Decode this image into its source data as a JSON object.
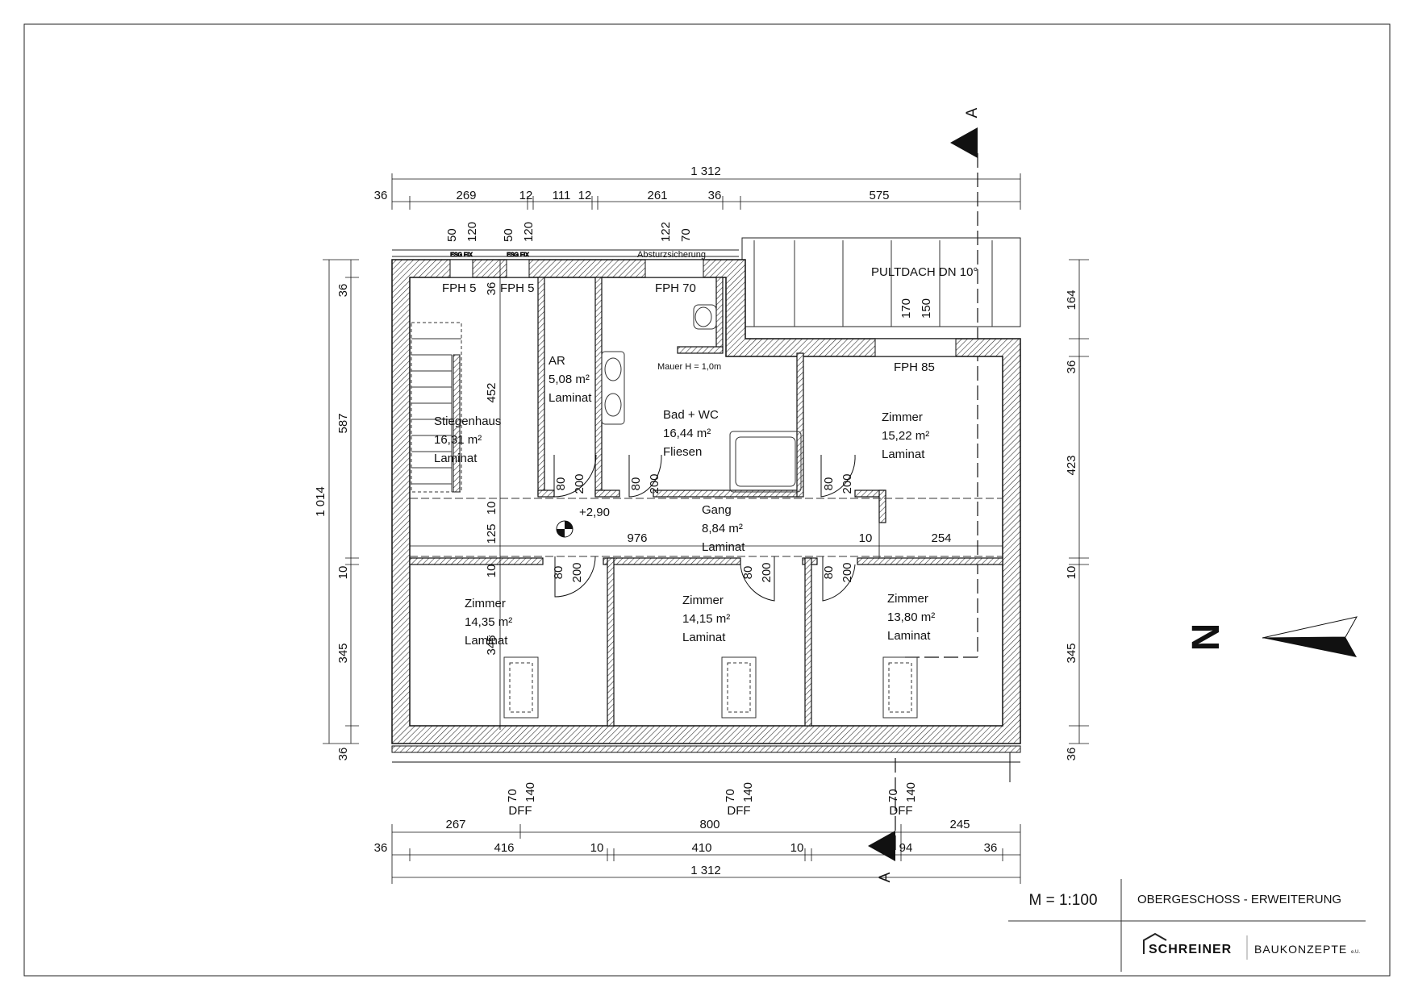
{
  "scale": "M = 1:100",
  "plan_title": "OBERGESCHOSS - ERWEITERUNG",
  "brand": {
    "name": "SCHREINER",
    "suffix": "BAUKONZEPTE",
    "suffix_small": "e.U."
  },
  "section_label": "A",
  "north_label": "N",
  "roof_label": "PULTDACH DN 10°",
  "railing_label": "Absturzsicherung",
  "wall_note": "Mauer H = 1,0m",
  "level_marker": "+2,90",
  "rooms": [
    {
      "name": "Stiegenhaus",
      "area": "16,31 m²",
      "floor": "Laminat"
    },
    {
      "name": "AR",
      "area": "5,08 m²",
      "floor": "Laminat"
    },
    {
      "name": "Bad + WC",
      "area": "16,44 m²",
      "floor": "Fliesen"
    },
    {
      "name": "Zimmer",
      "area": "15,22 m²",
      "floor": "Laminat"
    },
    {
      "name": "Gang",
      "area": "8,84 m²",
      "floor": "Laminat"
    },
    {
      "name": "Zimmer",
      "area": "14,35 m²",
      "floor": "Laminat"
    },
    {
      "name": "Zimmer",
      "area": "14,15 m²",
      "floor": "Laminat"
    },
    {
      "name": "Zimmer",
      "area": "13,80 m²",
      "floor": "Laminat"
    }
  ],
  "windows": {
    "top": [
      "FPH 5",
      "FPH 5",
      "FPH 70",
      "FPH 85"
    ],
    "esg": [
      "ESG FIX",
      "ESG FIX"
    ],
    "bottom": [
      "DFF",
      "DFF",
      "DFF"
    ]
  },
  "dims_top_total": "1 312",
  "dims_top": [
    "36",
    "269",
    "12",
    "111",
    "12",
    "261",
    "36",
    "575"
  ],
  "dims_top_vertical": [
    "50",
    "120",
    "50",
    "120",
    "122",
    "70",
    "170",
    "150"
  ],
  "dims_bottom_row1": [
    "267",
    "800",
    "245"
  ],
  "dims_bottom_row2": [
    "36",
    "416",
    "10",
    "410",
    "10",
    "94",
    "36"
  ],
  "dims_bottom_total": "1 312",
  "dims_bottom_vertical": [
    "70",
    "140",
    "70",
    "140",
    "70",
    "140"
  ],
  "dims_left_outer": "1 014",
  "dims_left": [
    "36",
    "587",
    "10",
    "345",
    "36"
  ],
  "dims_right": [
    "164",
    "36",
    "423",
    "10",
    "345",
    "36"
  ],
  "dims_inner": [
    "36",
    "452",
    "10",
    "125",
    "10",
    "345"
  ],
  "dims_corridor": [
    "976",
    "10",
    "254"
  ],
  "door_dims": [
    "80",
    "200"
  ]
}
